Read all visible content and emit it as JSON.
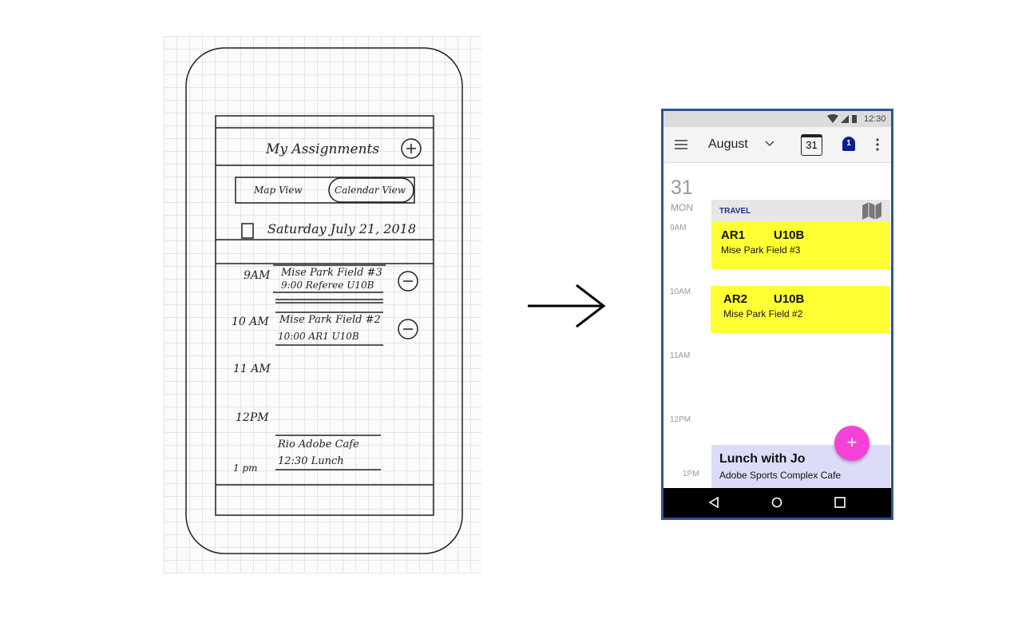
{
  "sketch": {
    "title": "My Assignments",
    "map_view": "Map View",
    "calendar_view": "Calendar View",
    "date": "Saturday July 21, 2018",
    "times": [
      "9AM",
      "10 AM",
      "11 AM",
      "12PM",
      "1 pm"
    ],
    "events": [
      {
        "line1": "Mise Park Field #3",
        "line2": "9:00  Referee  U10B"
      },
      {
        "line1": "Mise Park Field #2",
        "line2": "10:00  AR1   U10B"
      },
      {
        "line1": "Rio Adobe Cafe",
        "line2": "12:30  Lunch"
      }
    ]
  },
  "phone": {
    "status": {
      "time": "12:30"
    },
    "toolbar": {
      "month": "August",
      "calendar_day": "31",
      "notification_count": "1"
    },
    "day": {
      "number": "31",
      "weekday": "MON"
    },
    "times": [
      "9AM",
      "10AM",
      "11AM",
      "12PM",
      "1PM"
    ],
    "travel_label": "TRAVEL",
    "events": [
      {
        "role": "AR1",
        "team": "U10B",
        "location": "Mise Park Field #3"
      },
      {
        "role": "AR2",
        "team": "U10B",
        "location": "Mise Park Field #2"
      }
    ],
    "lunch": {
      "title": "Lunch with Jo",
      "location": "Adobe Sports Complex Cafe"
    },
    "fab": "+",
    "colors": {
      "assignment": "#ffff33",
      "travel": "#e6e6e6",
      "lunch": "#dcdcf8",
      "fab": "#f542d6",
      "bell": "#0a1f8f",
      "frame": "#2f5597"
    }
  }
}
